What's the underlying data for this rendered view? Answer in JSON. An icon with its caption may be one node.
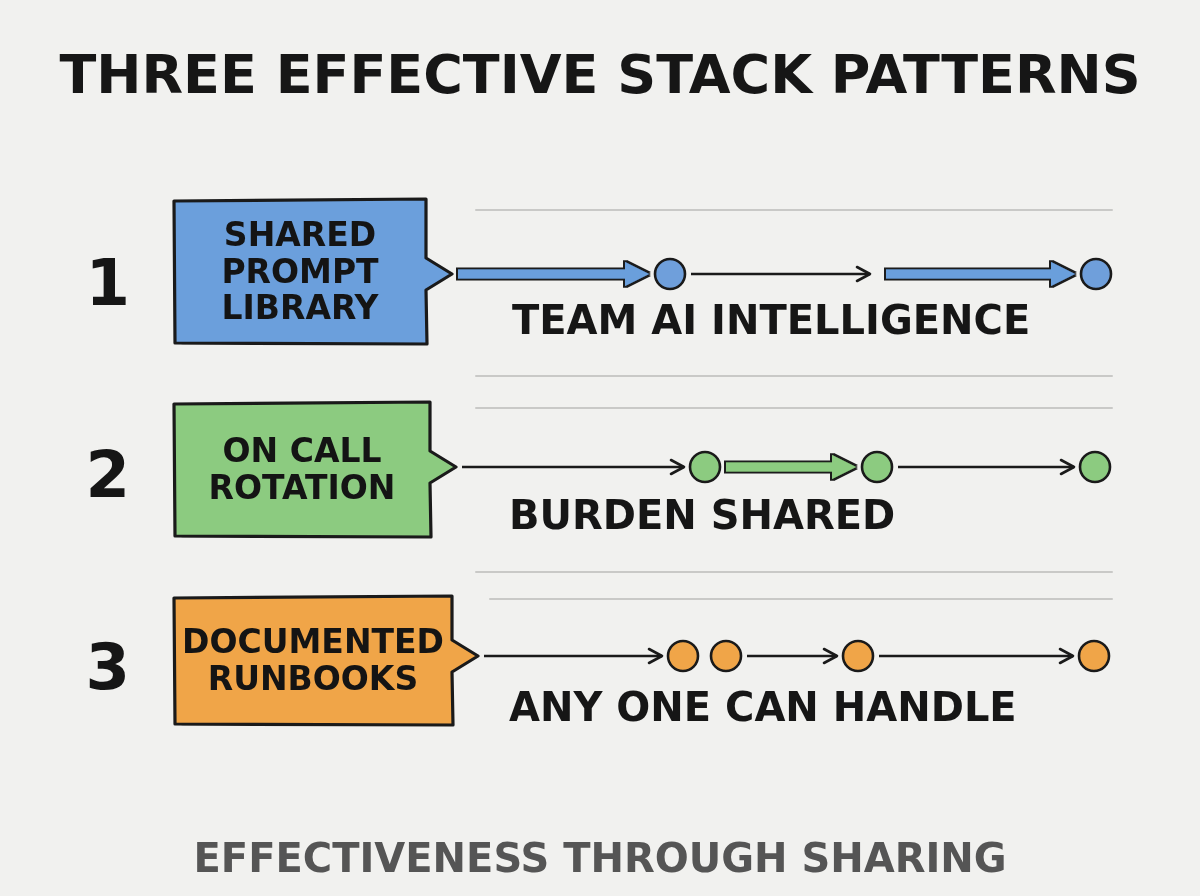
{
  "diagram": {
    "title": "THREE EFFECTIVE STACK PATTERNS",
    "caption": "EFFECTIVENESS THROUGH SHARING",
    "nodes": [
      {
        "text": [
          "SHARED PROMPT LIBRARY"
        ],
        "beside": [
          "1"
        ]
      },
      {
        "text": [],
        "shape": "circle"
      },
      {
        "text": [],
        "shape": "circle"
      },
      {
        "text": [
          "ON CALL ROTATION"
        ],
        "beside": [
          "2"
        ]
      },
      {
        "text": [],
        "shape": "circle"
      },
      {
        "text": [],
        "shape": "circle"
      },
      {
        "text": [],
        "shape": "circle"
      },
      {
        "text": [
          "DOCUMENTED RUNBOOKS"
        ],
        "beside": [
          "3"
        ]
      },
      {
        "text": [],
        "shape": "circle"
      },
      {
        "text": [],
        "shape": "circle"
      },
      {
        "text": [],
        "shape": "circle"
      },
      {
        "text": [],
        "shape": "circle"
      }
    ],
    "edges": [
      {
        "from": 0,
        "to": 1,
        "arrow": "to",
        "style": "thick",
        "color": "#6b9fdc"
      },
      {
        "from": 1,
        "to": null,
        "arrow": "to"
      },
      {
        "from": null,
        "to": 2,
        "arrow": "to",
        "style": "thick",
        "color": "#6b9fdc"
      },
      {
        "from": 3,
        "to": 4,
        "arrow": "to"
      },
      {
        "from": 4,
        "to": 5,
        "arrow": "to",
        "style": "thick",
        "color": "#8ccb80"
      },
      {
        "from": 5,
        "to": 6,
        "arrow": "to"
      },
      {
        "from": 7,
        "to": 8,
        "arrow": "to"
      },
      {
        "from": 9,
        "to": 10,
        "arrow": "to"
      },
      {
        "from": 10,
        "to": 11,
        "arrow": "to"
      }
    ],
    "labels": [
      "TEAM AI INTELLIGENCE",
      "BURDEN SHARED",
      "ANY ONE CAN HANDLE"
    ]
  }
}
